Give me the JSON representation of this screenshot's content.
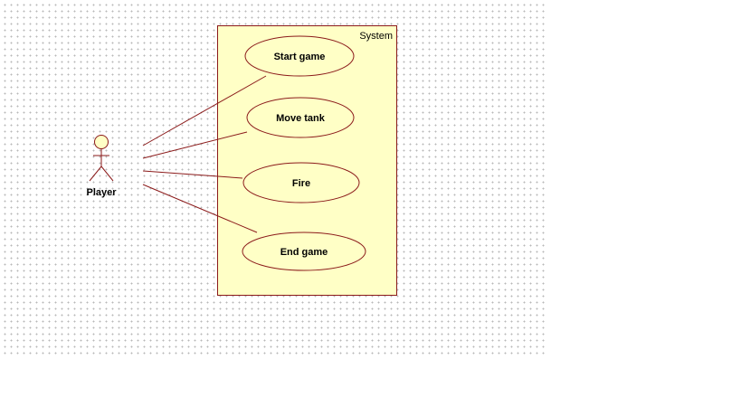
{
  "diagram": {
    "type": "use-case",
    "system": {
      "label": "System"
    },
    "actor": {
      "label": "Player"
    },
    "use_cases": [
      {
        "label": "Start game"
      },
      {
        "label": "Move tank"
      },
      {
        "label": "Fire"
      },
      {
        "label": "End game"
      }
    ],
    "associations": [
      {
        "from": "Player",
        "to": "Start game"
      },
      {
        "from": "Player",
        "to": "Move tank"
      },
      {
        "from": "Player",
        "to": "Fire"
      },
      {
        "from": "Player",
        "to": "End game"
      }
    ],
    "colors": {
      "fill": "#ffffc6",
      "stroke": "#8b1a1a",
      "grid_dot": "#b8b8b8"
    }
  }
}
